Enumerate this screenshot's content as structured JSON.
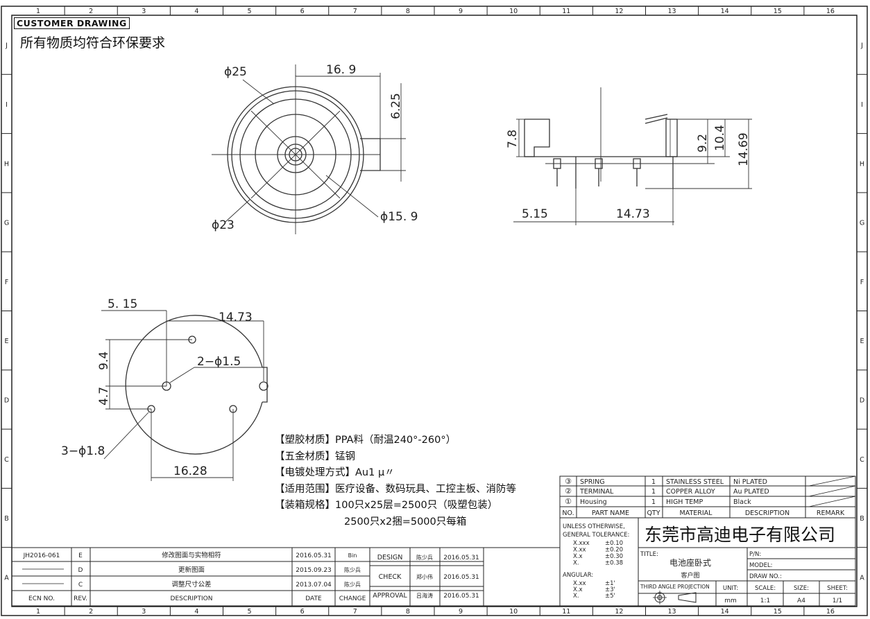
{
  "header": {
    "badge": "CUSTOMER DRAWING",
    "requirement": "所有物质均符合环保要求"
  },
  "grid": {
    "cols": [
      "1",
      "2",
      "3",
      "4",
      "5",
      "6",
      "7",
      "8",
      "9",
      "10",
      "11",
      "12",
      "13",
      "14",
      "15",
      "16"
    ],
    "rows": [
      "J",
      "I",
      "H",
      "G",
      "F",
      "E",
      "D",
      "C",
      "B",
      "A"
    ]
  },
  "dims": {
    "top_view": {
      "d25": "ϕ25",
      "w169": "16. 9",
      "h625": "6.25",
      "d23": "ϕ23",
      "d159": "ϕ15. 9"
    },
    "side_view": {
      "h78": "7.8",
      "h92": "9.2",
      "h104": "10.4",
      "h1469": "14.69",
      "w515": "5.15",
      "w1473": "14.73"
    },
    "bottom_view": {
      "w515": "5. 15",
      "w1473": "14.73",
      "h94": "9.4",
      "h47": "4.7",
      "holes15": "2−ϕ1.5",
      "holes18": "3−ϕ1.8",
      "w1628": "16.28"
    }
  },
  "notes": [
    "【塑胶材质】PPA料（耐温240°-260°）",
    "【五金材质】锰钢",
    "【电镀处理方式】Au1 μ〃",
    "【适用范围】医疗设备、数码玩具、工控主板、消防等",
    "【装箱规格】100只x25层=2500只（吸塑包装）",
    "2500只x2捆=5000只每箱"
  ],
  "bom": {
    "rows": [
      {
        "no": "③",
        "part": "SPRING",
        "qty": "1",
        "material": "STAINLESS STEEL",
        "desc": "Ni PLATED"
      },
      {
        "no": "②",
        "part": "TERMINAL",
        "qty": "1",
        "material": "COPPER ALLOY",
        "desc": "Au PLATED"
      },
      {
        "no": "①",
        "part": "Housing",
        "qty": "1",
        "material": "HIGH TEMP",
        "desc": "Black"
      }
    ],
    "headers": {
      "no": "NO.",
      "part": "PART NAME",
      "qty": "QTY",
      "material": "MATERIAL",
      "desc": "DESCRIPTION",
      "remark": "REMARK"
    }
  },
  "tolerance": {
    "title1": "UNLESS OTHERWISE,",
    "title2": "GENERAL TOLERANCE:",
    "lines": [
      [
        "X.xxx",
        "±0.10"
      ],
      [
        "X.xx",
        "±0.20"
      ],
      [
        "X.x",
        "±0.30"
      ],
      [
        "X.",
        "±0.38"
      ]
    ],
    "angular": "ANGULAR:",
    "ang_lines": [
      [
        "X.xx",
        "±1'"
      ],
      [
        "X.x",
        "±3'"
      ],
      [
        "X.",
        "±5'"
      ]
    ]
  },
  "company": "东莞市高迪电子有限公司",
  "title_block": {
    "title_label": "TITLE:",
    "title": "电池座卧式",
    "subtitle": "客户图",
    "pn": "P/N:",
    "model": "MODEL:",
    "draw_no": "DRAW NO.:",
    "projection": "THIRD ANGLE PROJECTION",
    "unit_label": "UNIT:",
    "unit": "mm",
    "scale_label": "SCALE:",
    "scale": "1:1",
    "size_label": "SIZE:",
    "size": "A4",
    "sheet_label": "SHEET:",
    "sheet": "1/1"
  },
  "revisions": {
    "rows": [
      {
        "ecn": "JH2016-061",
        "rev": "E",
        "desc": "修改图面与实物相符",
        "date": "2016.05.31",
        "by": "Bin"
      },
      {
        "ecn": "",
        "rev": "D",
        "desc": "更新图面",
        "date": "2015.09.23",
        "by": "陈少兵"
      },
      {
        "ecn": "",
        "rev": "C",
        "desc": "调整尺寸公差",
        "date": "2013.07.04",
        "by": "陈少兵"
      }
    ],
    "headers": {
      "ecn": "ECN NO.",
      "rev": "REV.",
      "desc": "DESCRIPTION",
      "date": "DATE",
      "change": "CHANGE"
    }
  },
  "approvals": [
    {
      "role": "DESIGN",
      "name": "陈少兵",
      "date": "2016.05.31"
    },
    {
      "role": "CHECK",
      "name": "郑小伟",
      "date": "2016.05.31"
    },
    {
      "role": "APPROVAL",
      "name": "吕海涛",
      "date": "2016.05.31"
    }
  ]
}
